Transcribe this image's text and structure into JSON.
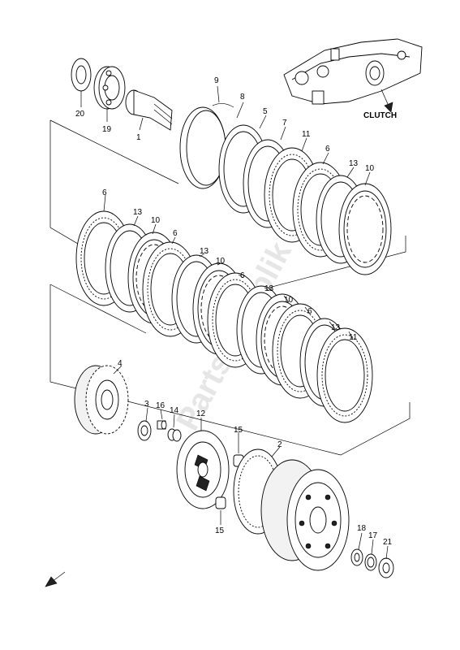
{
  "watermark": "Partsrepublik",
  "callout_label": "CLUTCH",
  "part_numbers": {
    "p1": "1",
    "p2": "2",
    "p3": "3",
    "p4": "4",
    "p5": "5",
    "p6a": "6",
    "p6b": "6",
    "p6c": "6",
    "p6d": "6",
    "p6e": "6",
    "p7": "7",
    "p9": "9",
    "p8": "8",
    "p10a": "10",
    "p10b": "10",
    "p10c": "10",
    "p10d": "10",
    "p11a": "11",
    "p11b": "11",
    "p12": "12",
    "p13a": "13",
    "p13b": "13",
    "p13c": "13",
    "p13d": "13",
    "p13e": "13",
    "p14": "14",
    "p15a": "15",
    "p15b": "15",
    "p16": "16",
    "p17": "17",
    "p18": "18",
    "p19": "19",
    "p20": "20",
    "p21": "21"
  },
  "icons": {
    "front_arrow": "front-direction-arrow-icon",
    "callout_arrow": "callout-pointer-arrow-icon"
  }
}
